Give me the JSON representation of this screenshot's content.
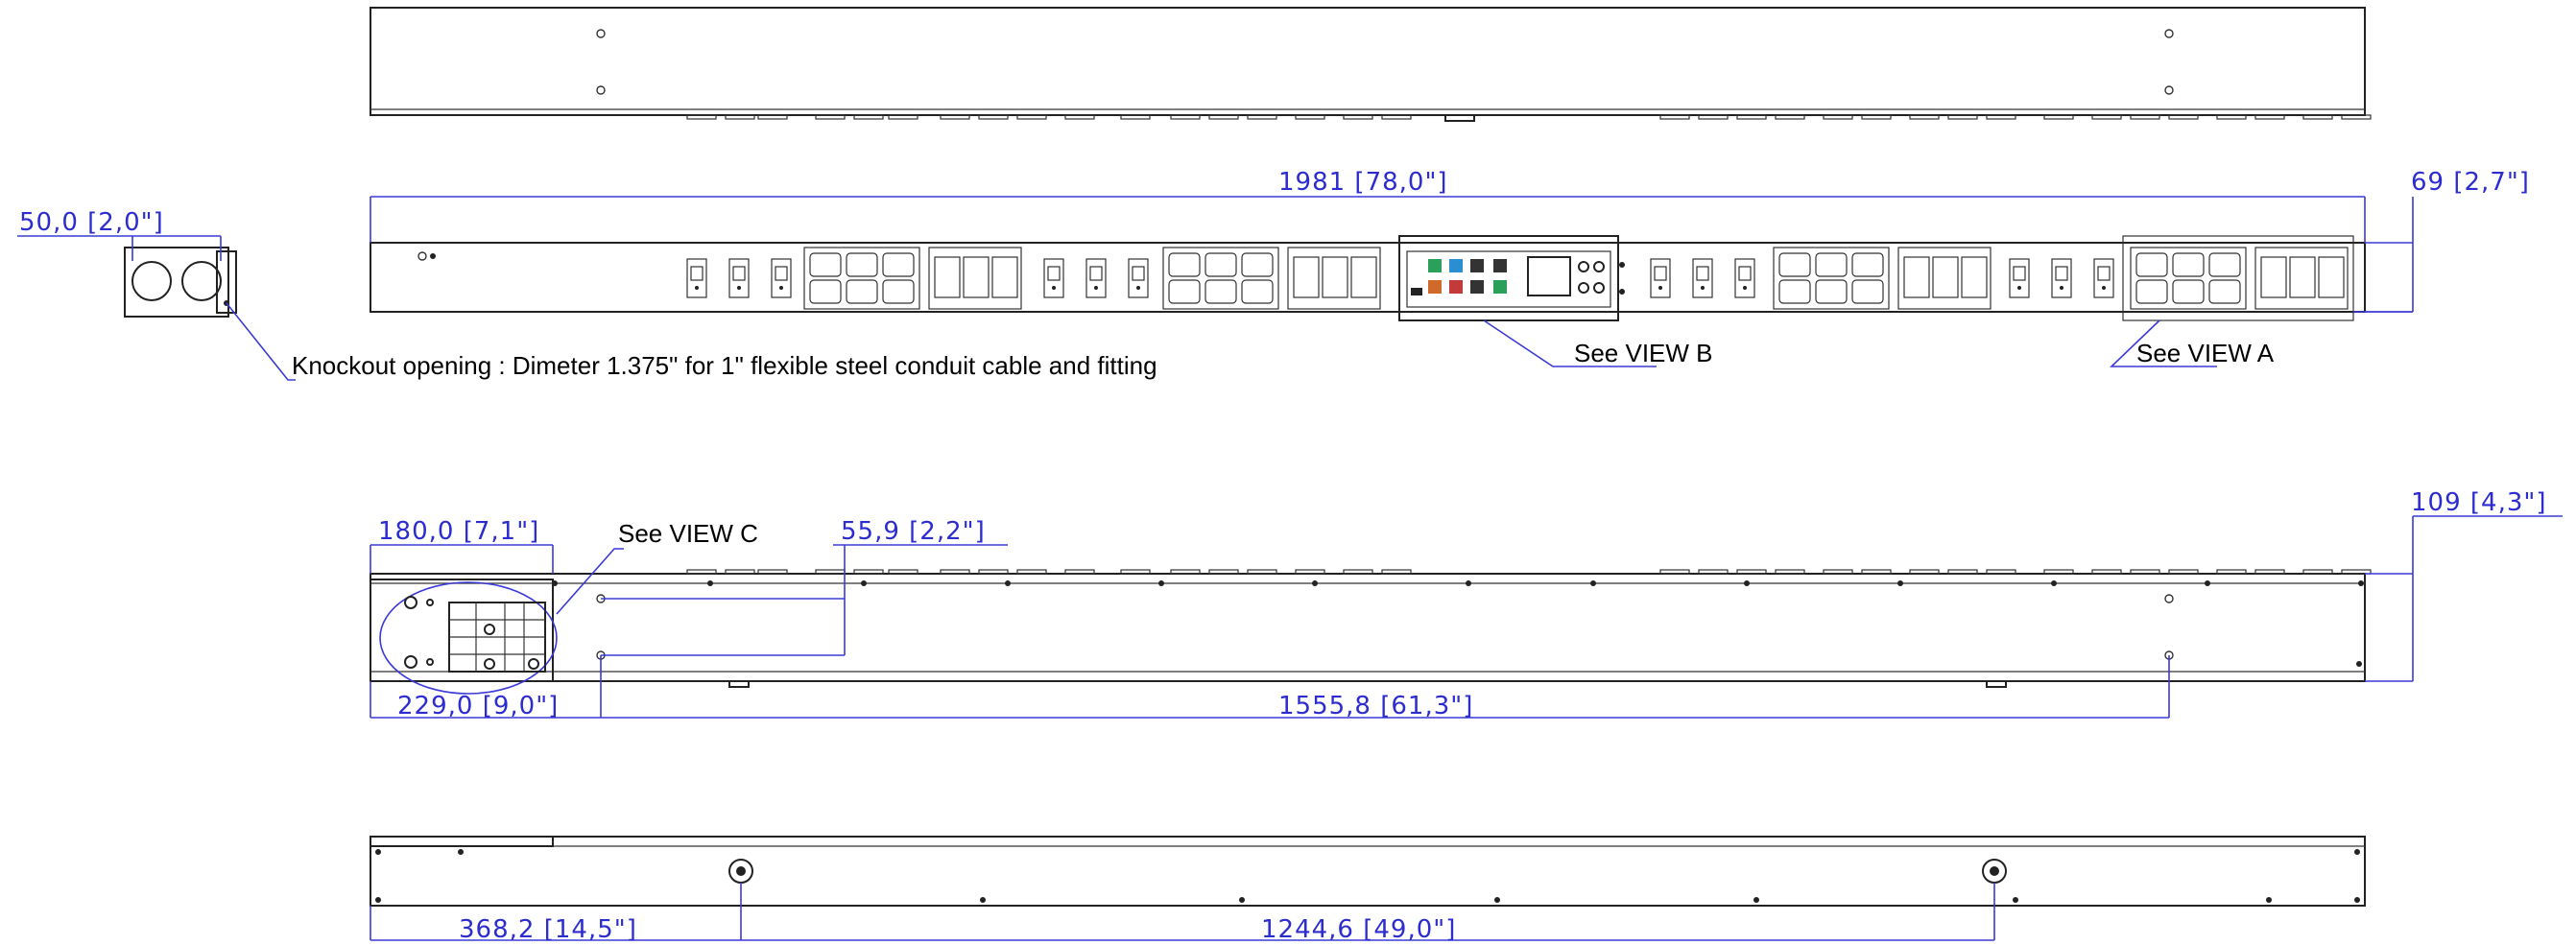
{
  "dimensions": {
    "length_total": "1981 [78,0\"]",
    "width_side": "69 [2,7\"]",
    "knockout_dia": "50,0 [2,0\"]",
    "view_c_width": "180,0 [7,1\"]",
    "hole_offset": "55,9 [2,2\"]",
    "depth": "109 [4,3\"]",
    "mount_start": "229,0 [9,0\"]",
    "mount_spacing": "1555,8 [61,3\"]",
    "button_start": "368,2 [14,5\"]",
    "button_spacing": "1244,6 [49,0\"]"
  },
  "notes": {
    "knockout": "Knockout opening : Dimeter 1.375\" for 1\" flexible steel conduit cable and fitting",
    "view_a": "See VIEW A",
    "view_b": "See VIEW B",
    "view_c": "See VIEW C"
  },
  "colors": {
    "dimension": "#2c2ccf",
    "outline": "#222222"
  }
}
